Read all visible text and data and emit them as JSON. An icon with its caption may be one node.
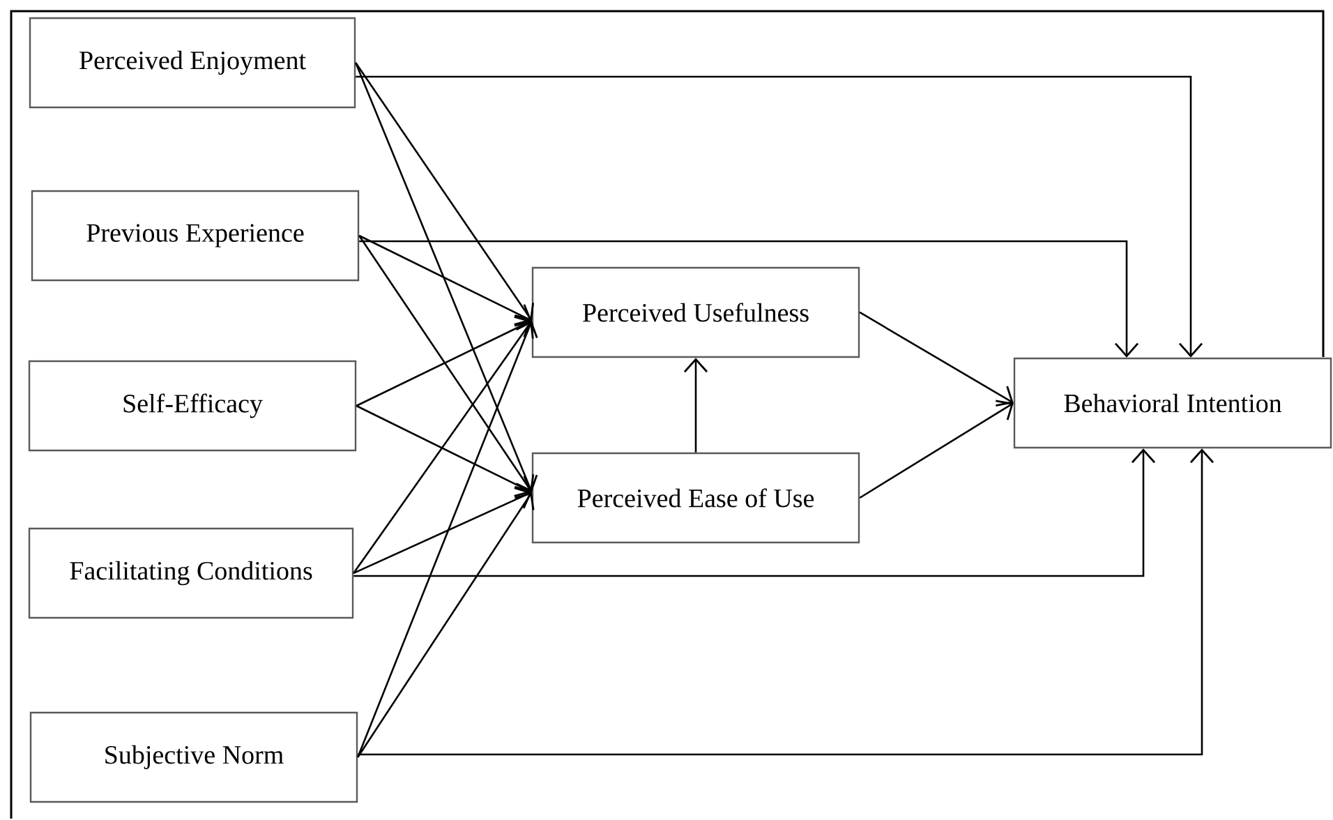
{
  "diagram": {
    "nodes": [
      {
        "text": [
          "Perceived Enjoyment"
        ]
      },
      {
        "text": [
          "Previous Experience"
        ]
      },
      {
        "text": [
          "Self-Efficacy"
        ]
      },
      {
        "text": [
          "Facilitating Conditions"
        ]
      },
      {
        "text": [
          "Subjective Norm"
        ]
      },
      {
        "text": [
          "Perceived Usefulness"
        ]
      },
      {
        "text": [
          "Perceived Ease of Use"
        ]
      },
      {
        "text": [
          "Behavioral Intention"
        ]
      }
    ],
    "edges": [
      {
        "from": 0,
        "to": 5,
        "arrow": "to"
      },
      {
        "from": 0,
        "to": 6,
        "arrow": "to"
      },
      {
        "from": 1,
        "to": 5,
        "arrow": "to"
      },
      {
        "from": 1,
        "to": 6,
        "arrow": "to"
      },
      {
        "from": 2,
        "to": 5,
        "arrow": "to"
      },
      {
        "from": 2,
        "to": 6,
        "arrow": "to"
      },
      {
        "from": 3,
        "to": 5,
        "arrow": "to"
      },
      {
        "from": 3,
        "to": 6,
        "arrow": "to"
      },
      {
        "from": 4,
        "to": 5,
        "arrow": "to"
      },
      {
        "from": 4,
        "to": 6,
        "arrow": "to"
      },
      {
        "from": 6,
        "to": 5,
        "arrow": "to"
      },
      {
        "from": 5,
        "to": 7,
        "arrow": "to"
      },
      {
        "from": 6,
        "to": 7,
        "arrow": "to"
      },
      {
        "from": 0,
        "to": 7,
        "arrow": "to"
      },
      {
        "from": 1,
        "to": 7,
        "arrow": "to"
      },
      {
        "from": 3,
        "to": 7,
        "arrow": "to"
      },
      {
        "from": 4,
        "to": 7,
        "arrow": "to"
      }
    ]
  }
}
